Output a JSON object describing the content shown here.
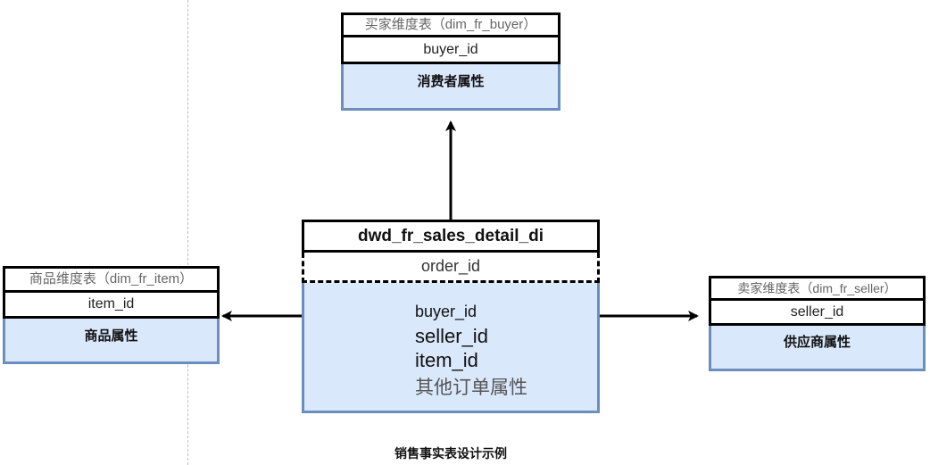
{
  "diagram": {
    "caption": "销售事实表设计示例",
    "fact_table": {
      "name": "dwd_fr_sales_detail_di",
      "primary_key": "order_id",
      "fields": [
        "buyer_id",
        "seller_id",
        "item_id",
        "其他订单属性"
      ]
    },
    "dimension_tables": {
      "buyer": {
        "title": "买家维度表（dim_fr_buyer）",
        "key": "buyer_id",
        "attributes": "消费者属性"
      },
      "item": {
        "title": "商品维度表（dim_fr_item）",
        "key": "item_id",
        "attributes": "商品属性"
      },
      "seller": {
        "title": "卖家维度表（dim_fr_seller）",
        "key": "seller_id",
        "attributes": "供应商属性"
      }
    },
    "relations": [
      {
        "from": "dwd_fr_sales_detail_di",
        "to": "dim_fr_buyer",
        "via": "buyer_id"
      },
      {
        "from": "dwd_fr_sales_detail_di",
        "to": "dim_fr_item",
        "via": "item_id"
      },
      {
        "from": "dwd_fr_sales_detail_di",
        "to": "dim_fr_seller",
        "via": "seller_id"
      }
    ],
    "colors": {
      "attribute_fill": "#dae8fc",
      "attribute_border": "#6c8ebf",
      "header_border": "#000000"
    }
  }
}
